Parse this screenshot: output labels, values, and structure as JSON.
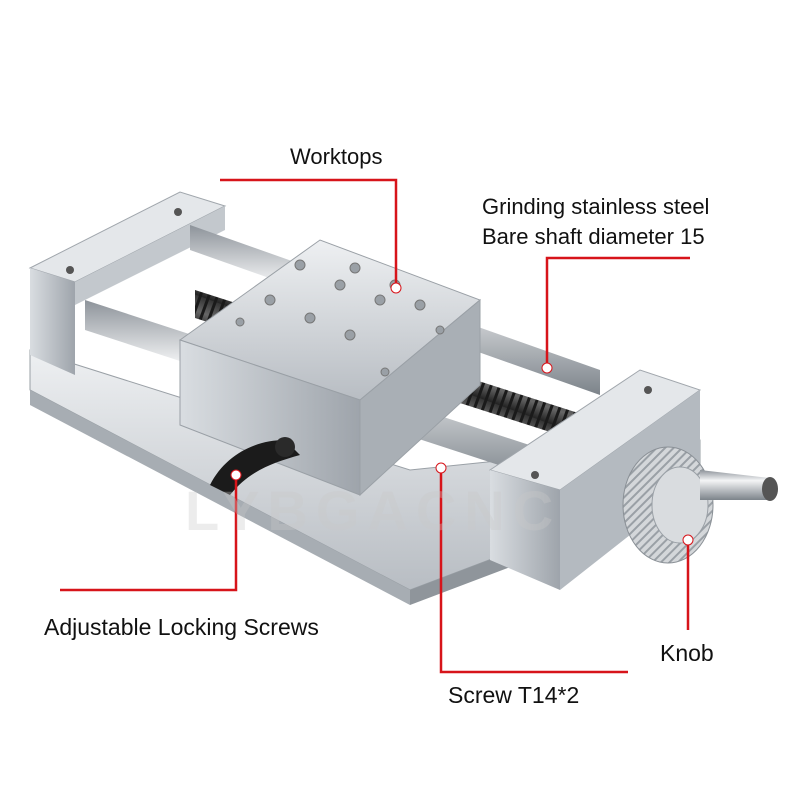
{
  "labels": {
    "worktops": "Worktops",
    "shaft_line1": "Grinding stainless steel",
    "shaft_line2": "Bare shaft diameter 15",
    "locking_screws": "Adjustable Locking Screws",
    "knob": "Knob",
    "screw": "Screw T14*2"
  },
  "watermark": "LYBGACNC",
  "colors": {
    "leader_line": "#d7141a",
    "aluminum": "#c9cdd2",
    "background": "#ffffff"
  }
}
